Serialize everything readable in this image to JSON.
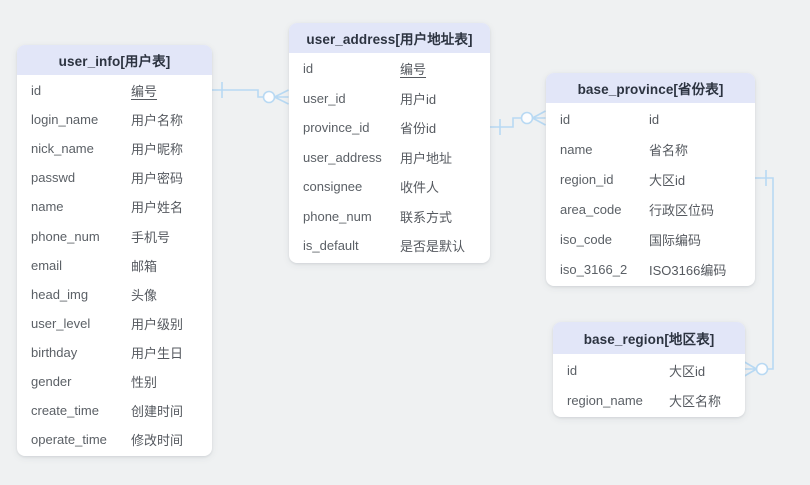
{
  "colors": {
    "canvas_background": "#eff1f2",
    "table_background": "#ffffff",
    "header_background": "#e2e6f8",
    "header_text": "#2c3340",
    "field_text": "#5b6066",
    "relation_line": "#b8d9f3"
  },
  "tables": [
    {
      "id": "user_info",
      "title": "user_info[用户表]",
      "fields": [
        {
          "name": "id",
          "comment": "编号",
          "pk": true
        },
        {
          "name": "login_name",
          "comment": "用户名称",
          "pk": false
        },
        {
          "name": "nick_name",
          "comment": "用户昵称",
          "pk": false
        },
        {
          "name": "passwd",
          "comment": "用户密码",
          "pk": false
        },
        {
          "name": "name",
          "comment": "用户姓名",
          "pk": false
        },
        {
          "name": "phone_num",
          "comment": "手机号",
          "pk": false
        },
        {
          "name": "email",
          "comment": "邮箱",
          "pk": false
        },
        {
          "name": "head_img",
          "comment": "头像",
          "pk": false
        },
        {
          "name": "user_level",
          "comment": "用户级别",
          "pk": false
        },
        {
          "name": "birthday",
          "comment": "用户生日",
          "pk": false
        },
        {
          "name": "gender",
          "comment": "性别",
          "pk": false
        },
        {
          "name": "create_time",
          "comment": "创建时间",
          "pk": false
        },
        {
          "name": "operate_time",
          "comment": "修改时间",
          "pk": false
        }
      ]
    },
    {
      "id": "user_address",
      "title": "user_address[用户地址表]",
      "fields": [
        {
          "name": "id",
          "comment": "编号",
          "pk": true
        },
        {
          "name": "user_id",
          "comment": "用户id",
          "pk": false
        },
        {
          "name": "province_id",
          "comment": "省份id",
          "pk": false
        },
        {
          "name": "user_address",
          "comment": "用户地址",
          "pk": false
        },
        {
          "name": "consignee",
          "comment": "收件人",
          "pk": false
        },
        {
          "name": "phone_num",
          "comment": "联系方式",
          "pk": false
        },
        {
          "name": "is_default",
          "comment": "是否是默认",
          "pk": false
        }
      ]
    },
    {
      "id": "base_province",
      "title": "base_province[省份表]",
      "fields": [
        {
          "name": "id",
          "comment": "id",
          "pk": false
        },
        {
          "name": "name",
          "comment": "省名称",
          "pk": false
        },
        {
          "name": "region_id",
          "comment": "大区id",
          "pk": false
        },
        {
          "name": "area_code",
          "comment": "行政区位码",
          "pk": false
        },
        {
          "name": "iso_code",
          "comment": "国际编码",
          "pk": false
        },
        {
          "name": "iso_3166_2",
          "comment": "ISO3166编码",
          "pk": false
        }
      ]
    },
    {
      "id": "base_region",
      "title": "base_region[地区表]",
      "fields": [
        {
          "name": "id",
          "comment": "大区id",
          "pk": false
        },
        {
          "name": "region_name",
          "comment": "大区名称",
          "pk": false
        }
      ]
    }
  ],
  "relations": [
    {
      "id": "user_info-user_address",
      "from": "user_info.id",
      "to": "user_address.user_id",
      "from_marker": "one",
      "to_marker": "zero-or-many"
    },
    {
      "id": "user_address-base_province",
      "from": "user_address.province_id",
      "to": "base_province.id",
      "from_marker": "one",
      "to_marker": "zero-or-many"
    },
    {
      "id": "base_province-base_region",
      "from": "base_province.region_id",
      "to": "base_region.id",
      "from_marker": "one",
      "to_marker": "zero-or-many"
    }
  ]
}
